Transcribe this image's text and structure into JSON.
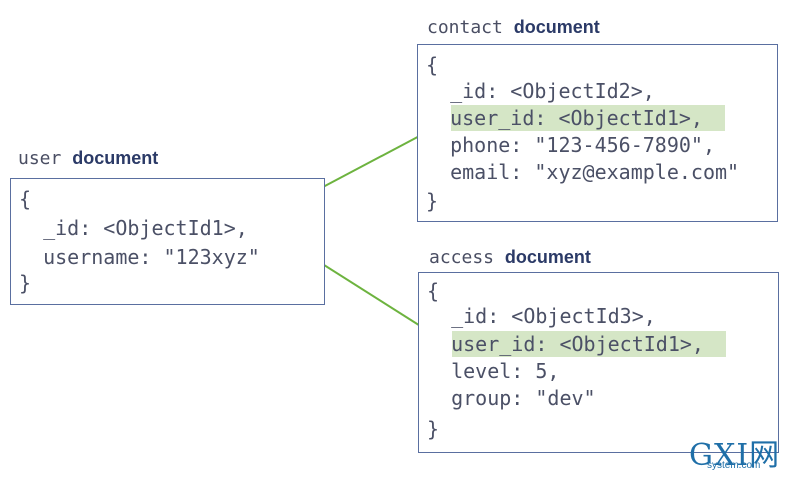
{
  "user": {
    "title_prefix": "user",
    "title_kw": "document",
    "lines": [
      "{",
      "  _id: <ObjectId1>,",
      "  username: \"123xyz\"",
      "}"
    ]
  },
  "contact": {
    "title_prefix": "contact",
    "title_kw": "document",
    "lines": [
      "{",
      "  _id: <ObjectId2>,",
      "  user_id: <ObjectId1>,",
      "  phone: \"123-456-7890\",",
      "  email: \"xyz@example.com\"",
      "}"
    ]
  },
  "access": {
    "title_prefix": "access",
    "title_kw": "document",
    "lines": [
      "{",
      "  _id: <ObjectId3>,",
      "  user_id: <ObjectId1>,",
      "  level: 5,",
      "  group: \"dev\"",
      "}"
    ]
  },
  "colors": {
    "highlight": "#d5e6c6",
    "arrow": "#6db33f",
    "border": "#5a6fa0"
  },
  "watermark": {
    "logo_text": "GXI网",
    "site": "system.com"
  }
}
